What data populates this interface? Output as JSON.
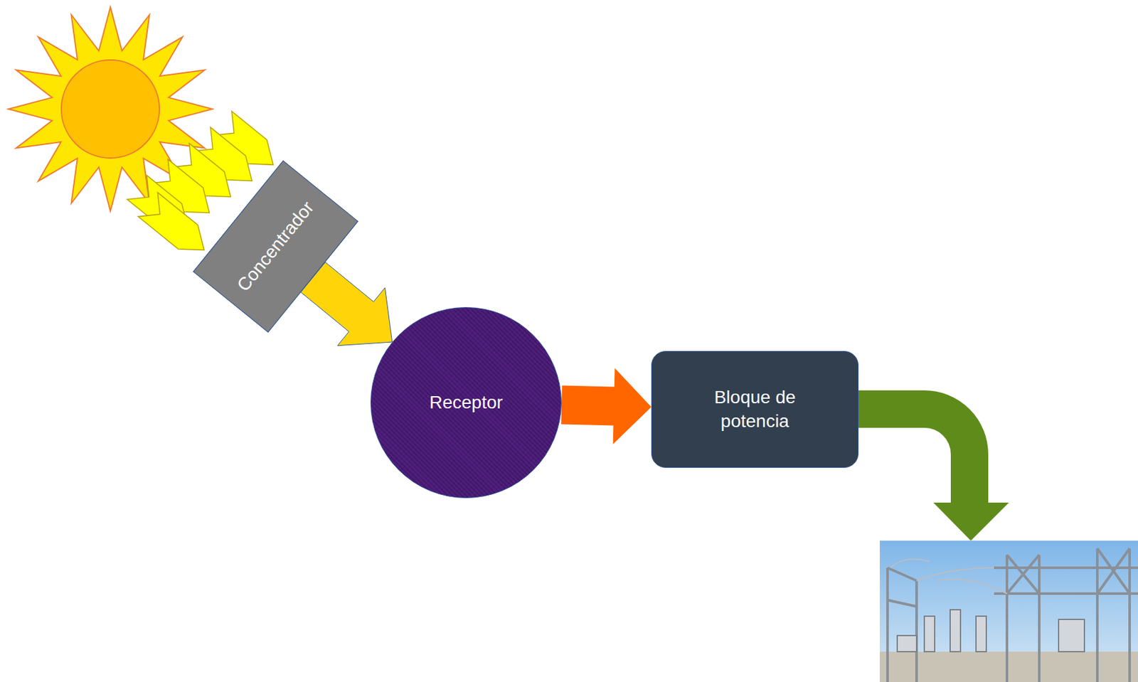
{
  "diagram": {
    "nodes": [
      {
        "text": [
          "Concentrador"
        ]
      },
      {
        "text": [
          "Receptor"
        ]
      },
      {
        "text": [
          "Bloque de potencia"
        ]
      }
    ],
    "edges": [
      {
        "from": 0,
        "to": 1,
        "arrow": "to"
      },
      {
        "from": 1,
        "to": 2,
        "arrow": "to"
      }
    ]
  }
}
